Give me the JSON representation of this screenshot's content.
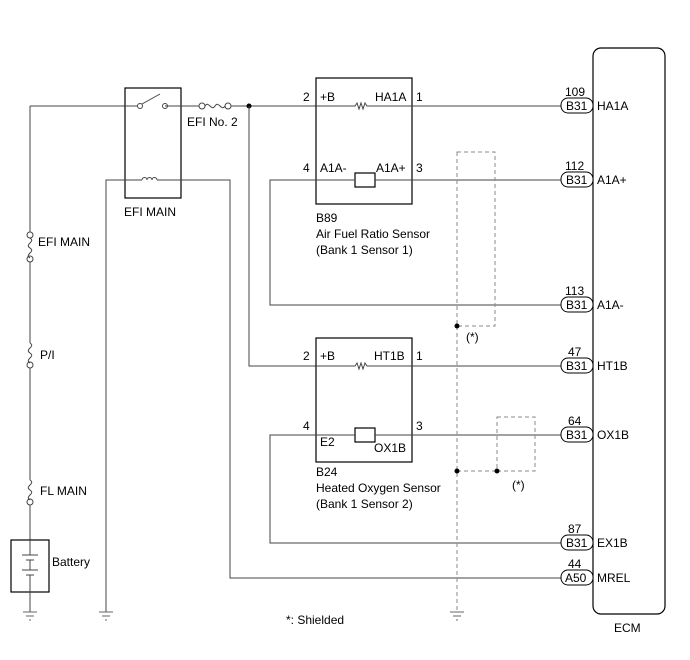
{
  "relay": {
    "name": "EFI MAIN"
  },
  "fuse_efi_no2": {
    "label": "EFI No. 2"
  },
  "left_column": {
    "fuses": [
      "EFI MAIN",
      "P/I",
      "FL MAIN"
    ],
    "battery_label": "Battery"
  },
  "sensor1": {
    "code": "B89",
    "name_line1": "Air Fuel Ratio Sensor",
    "name_line2": "(Bank 1 Sensor 1)",
    "pins": {
      "p2_num": "2",
      "p2_name": "+B",
      "p1_num": "1",
      "p1_name": "HA1A",
      "p4_num": "4",
      "p4_name": "A1A-",
      "p3_num": "3",
      "p3_name": "A1A+"
    }
  },
  "sensor2": {
    "code": "B24",
    "name_line1": "Heated Oxygen Sensor",
    "name_line2": "(Bank 1 Sensor 2)",
    "pins": {
      "p2_num": "2",
      "p2_name": "+B",
      "p1_num": "1",
      "p1_name": "HT1B",
      "p4_num": "4",
      "p4_name": "E2",
      "p3_num": "3",
      "p3_name": "OX1B"
    }
  },
  "ecm": {
    "label": "ECM",
    "terminals": [
      {
        "num": "109",
        "conn": "B31",
        "name": "HA1A"
      },
      {
        "num": "112",
        "conn": "B31",
        "name": "A1A+"
      },
      {
        "num": "113",
        "conn": "B31",
        "name": "A1A-"
      },
      {
        "num": "47",
        "conn": "B31",
        "name": "HT1B"
      },
      {
        "num": "64",
        "conn": "B31",
        "name": "OX1B"
      },
      {
        "num": "87",
        "conn": "B31",
        "name": "EX1B"
      },
      {
        "num": "44",
        "conn": "A50",
        "name": "MREL"
      }
    ]
  },
  "shield_marks": [
    "(*)",
    "(*)"
  ],
  "footnote": "*: Shielded"
}
